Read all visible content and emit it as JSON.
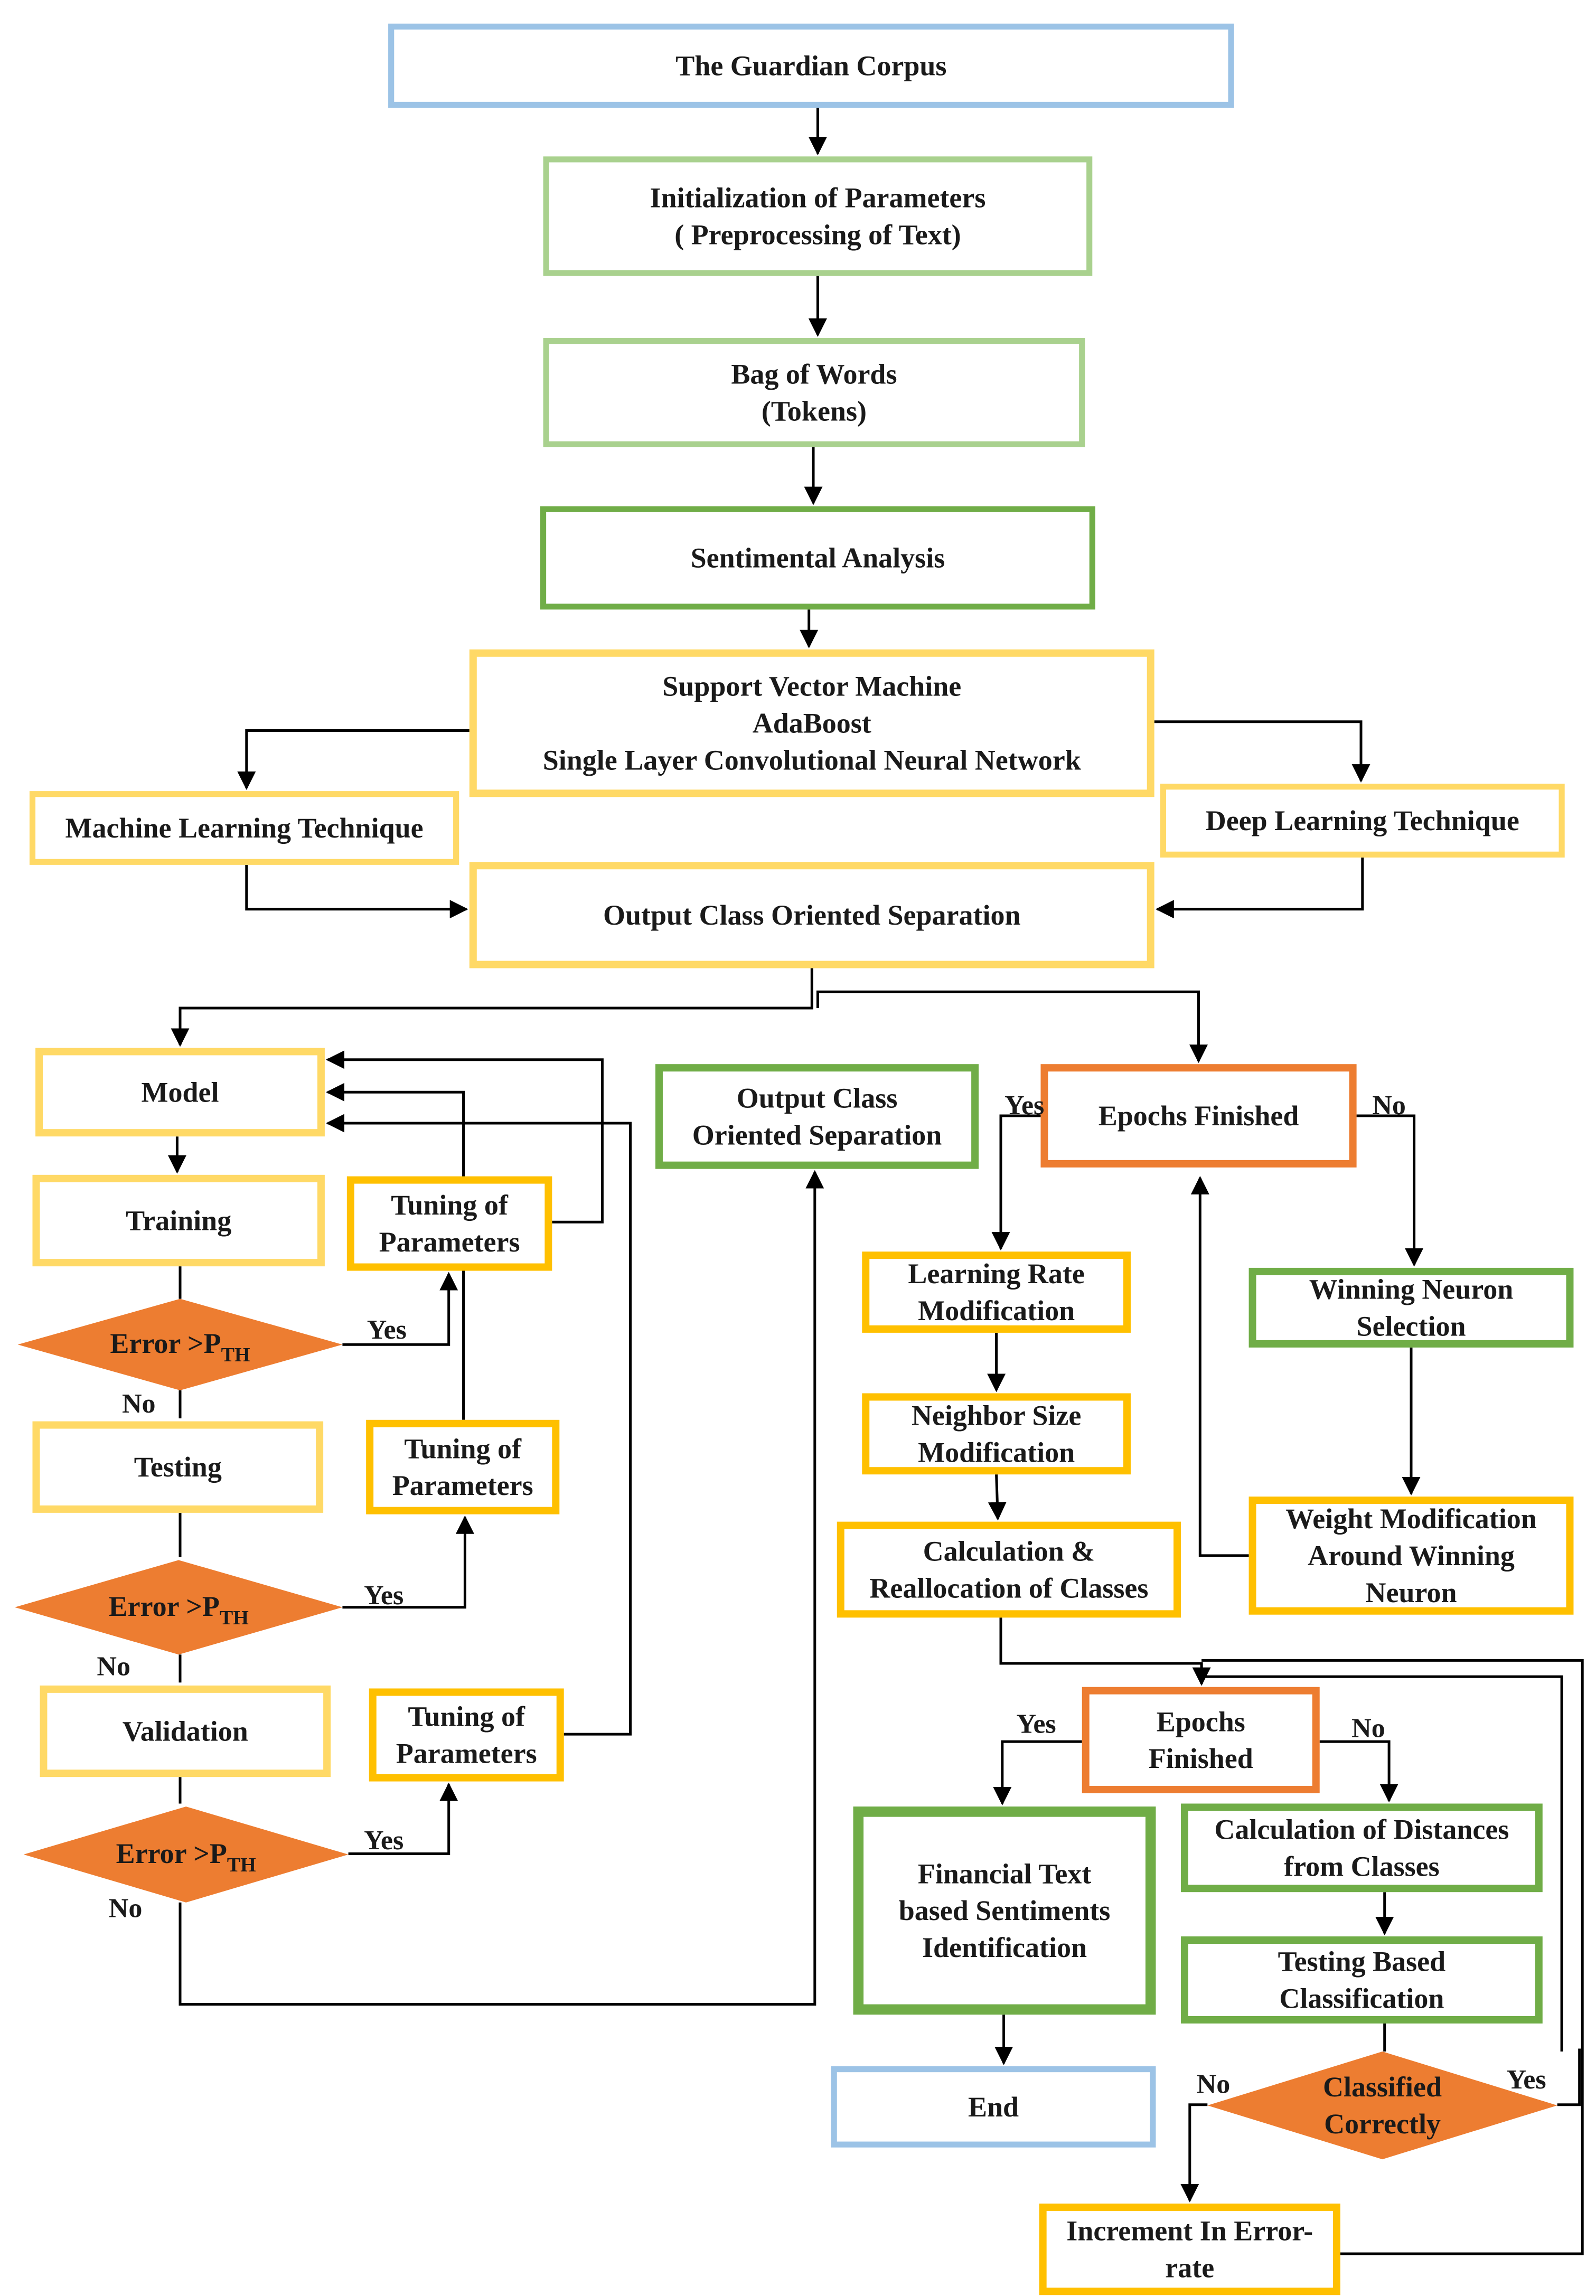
{
  "colors": {
    "blue": "#9cc3e6",
    "green": "#70ad47",
    "light_green": "#a9d18e",
    "yellow": "#ffc000",
    "light_yellow": "#ffd966",
    "orange": "#ed7d31",
    "line": "#000000"
  },
  "nodes": {
    "guardian": [
      "The Guardian Corpus"
    ],
    "init": [
      "Initialization of Parameters",
      "( Preprocessing of Text)"
    ],
    "bow": [
      "Bag of Words",
      "(Tokens)"
    ],
    "sentiment": [
      "Sentimental Analysis"
    ],
    "techniques": [
      "Support Vector Machine",
      "AdaBoost",
      "Single Layer Convolutional Neural Network"
    ],
    "ml": [
      "Machine Learning Technique"
    ],
    "dl": [
      "Deep Learning Technique"
    ],
    "output_sep_top": [
      "Output Class Oriented Separation"
    ],
    "model": [
      "Model"
    ],
    "training": [
      "Training"
    ],
    "tuning1": [
      "Tuning of",
      "Parameters"
    ],
    "error1": [
      "Error >P",
      "TH"
    ],
    "testing": [
      "Testing"
    ],
    "tuning2": [
      "Tuning of",
      "Parameters"
    ],
    "error2": [
      "Error >P",
      "TH"
    ],
    "validation": [
      "Validation"
    ],
    "tuning3": [
      "Tuning of",
      "Parameters"
    ],
    "error3": [
      "Error >P",
      "TH"
    ],
    "output_sep_mid": [
      "Output Class",
      "Oriented Separation"
    ],
    "epochs1": [
      "Epochs Finished"
    ],
    "lr_mod": [
      "Learning Rate",
      "Modification"
    ],
    "nb_mod": [
      "Neighbor Size",
      "Modification"
    ],
    "calc_realloc": [
      "Calculation &",
      "Reallocation  of Classes"
    ],
    "winning": [
      "Winning Neuron",
      "Selection"
    ],
    "weight_mod": [
      "Weight Modification",
      "Around Winning",
      "Neuron"
    ],
    "epochs2": [
      "Epochs",
      "Finished"
    ],
    "financial": [
      "Financial Text",
      "based Sentiments",
      "Identification"
    ],
    "calc_dist": [
      "Calculation of Distances",
      "from Classes"
    ],
    "testing_based": [
      "Testing Based",
      "Classification"
    ],
    "classified": [
      "Classified",
      "Correctly"
    ],
    "end": [
      "End"
    ],
    "increment": [
      "Increment In Error-",
      "rate"
    ]
  },
  "labels": {
    "yes": "Yes",
    "no": "No"
  }
}
